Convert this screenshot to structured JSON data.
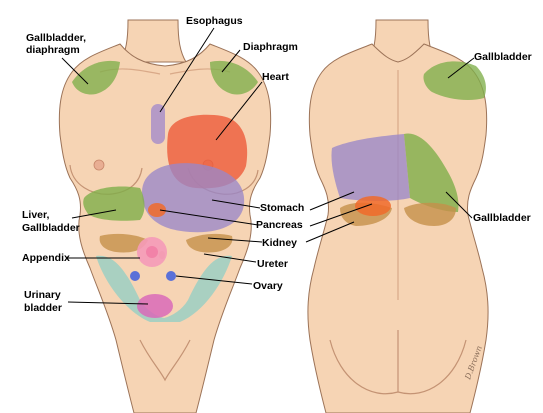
{
  "figure": {
    "labels": {
      "esophagus": "Esophagus",
      "gallbladder_diaphragm_line1": "Gallbladder,",
      "gallbladder_diaphragm_line2": "diaphragm",
      "diaphragm": "Diaphragm",
      "heart": "Heart",
      "liver_gallbladder_line1": "Liver,",
      "liver_gallbladder_line2": "Gallbladder",
      "stomach": "Stomach",
      "pancreas": "Pancreas",
      "kidney": "Kidney",
      "appendix": "Appendix",
      "ureter": "Ureter",
      "ovary": "Ovary",
      "urinary_bladder_line1": "Urinary",
      "urinary_bladder_line2": "bladder",
      "gallbladder_back_shoulder": "Gallbladder",
      "gallbladder_back_side": "Gallbladder"
    },
    "signature": "D.Brown",
    "colors": {
      "skin": "#f6d4b4",
      "skin_shadow": "#d9a988",
      "outline": "#9c7358",
      "gallbladder_green": "#7fae4a",
      "esophagus_purple": "#a98fc9",
      "heart_red": "#ee5a3a",
      "stomach_purple": "#9a86c8",
      "pancreas_orange": "#f06a2a",
      "kidney_brown": "#c6904a",
      "appendix_pink": "#f59ab8",
      "ureter_teal": "#8fcfc5",
      "ovary_blue": "#5a70d8",
      "bladder_magenta": "#d96ab8"
    }
  }
}
